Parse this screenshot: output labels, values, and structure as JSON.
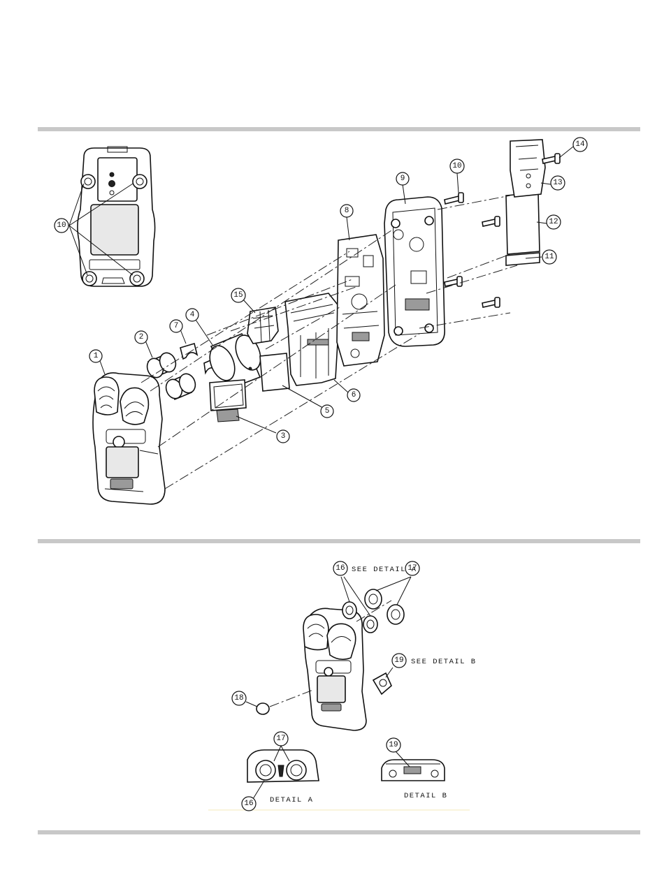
{
  "callouts": {
    "c1": "1",
    "c2": "2",
    "c3": "3",
    "c4": "4",
    "c5": "5",
    "c6": "6",
    "c7": "7",
    "c8": "8",
    "c9": "9",
    "c10a": "10",
    "c10b": "10",
    "c11": "11",
    "c12": "12",
    "c13": "13",
    "c14": "14",
    "c15": "15",
    "c16a": "16",
    "c16b": "16",
    "c17a": "17",
    "c17b": "17",
    "c18": "18",
    "c19a": "19",
    "c19b": "19"
  },
  "labels": {
    "see_detail_a": "SEE DETAIL A",
    "see_detail_b": "SEE DETAIL B",
    "detail_a": "DETAIL A",
    "detail_b": "DETAIL B"
  },
  "colors": {
    "rule": "#c8c8c8",
    "line": "#111111"
  }
}
